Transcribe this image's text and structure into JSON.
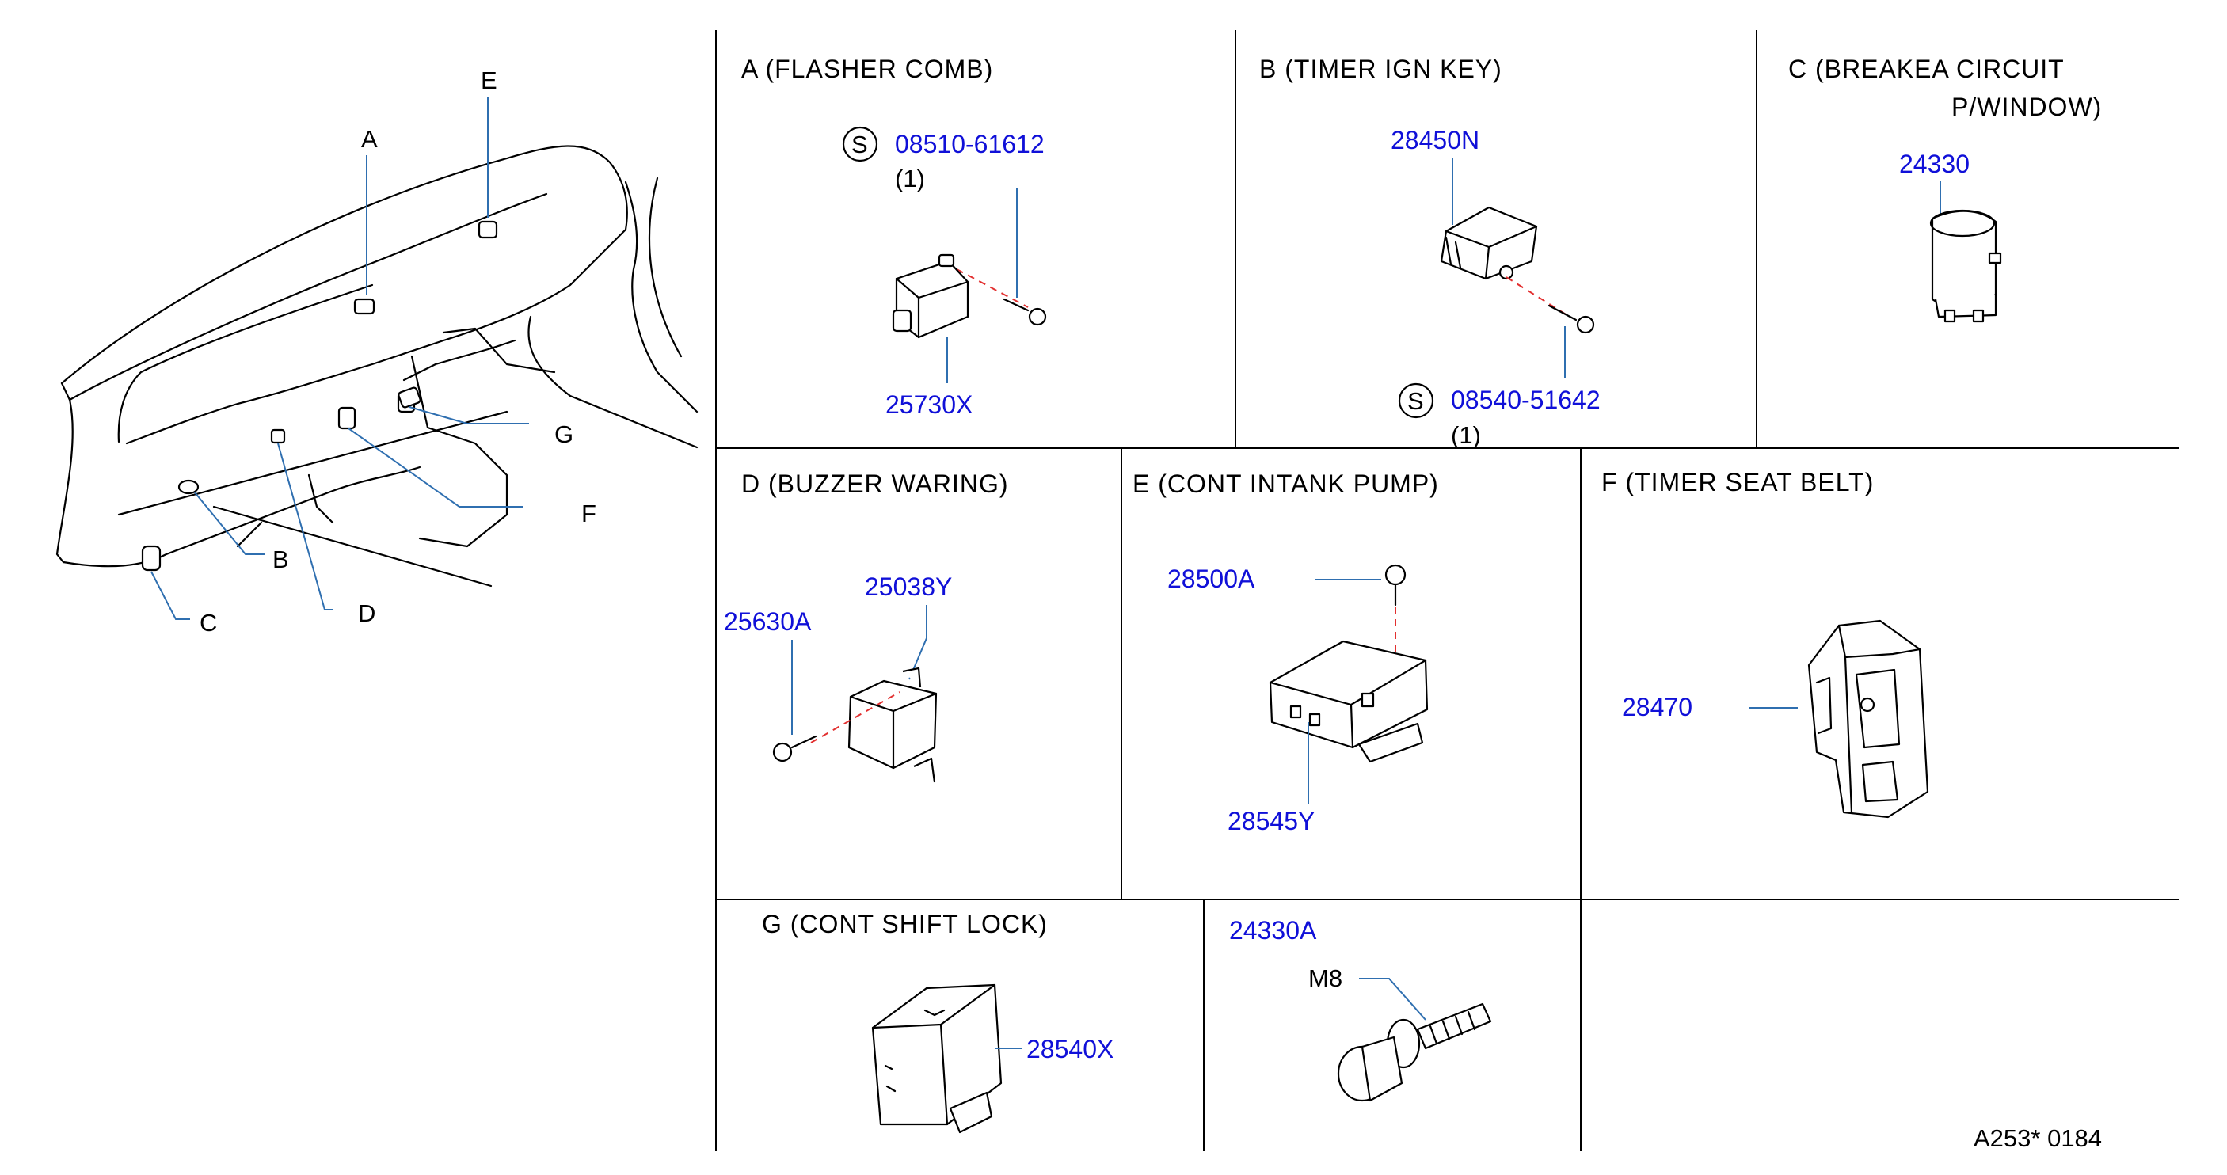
{
  "overview": {
    "labels": [
      "A",
      "B",
      "C",
      "D",
      "E",
      "F",
      "G"
    ]
  },
  "panels": {
    "A": {
      "title": "A  (FLASHER   COMB)",
      "screw_symbol": "S",
      "screw_pn": "08510-61612",
      "screw_qty": "(1)",
      "part_pn": "25730X"
    },
    "B": {
      "title": "B  (TIMER   IGN   KEY)",
      "part_pn": "28450N",
      "screw_symbol": "S",
      "screw_pn": "08540-51642",
      "screw_qty": "(1)"
    },
    "C": {
      "title_line1": "C (BREAKEA   CIRCUIT",
      "title_line2": "P/WINDOW)",
      "part_pn": "24330"
    },
    "D": {
      "title": "D (BUZZER   WARING)",
      "screw_pn": "25630A",
      "part_pn": "25038Y"
    },
    "E": {
      "title": "E  (CONT   INTANK   PUMP)",
      "bolt_pn": "28500A",
      "part_pn": "28545Y"
    },
    "F": {
      "title": "F  (TIMER   SEAT   BELT)",
      "part_pn": "28470"
    },
    "G": {
      "title": "G  (CONT   SHIFT   LOCK)",
      "part_pn": "28540X"
    },
    "H": {
      "part_pn": "24330A",
      "thread_label": "M8"
    }
  },
  "footer": {
    "code": "A253*   0184"
  }
}
